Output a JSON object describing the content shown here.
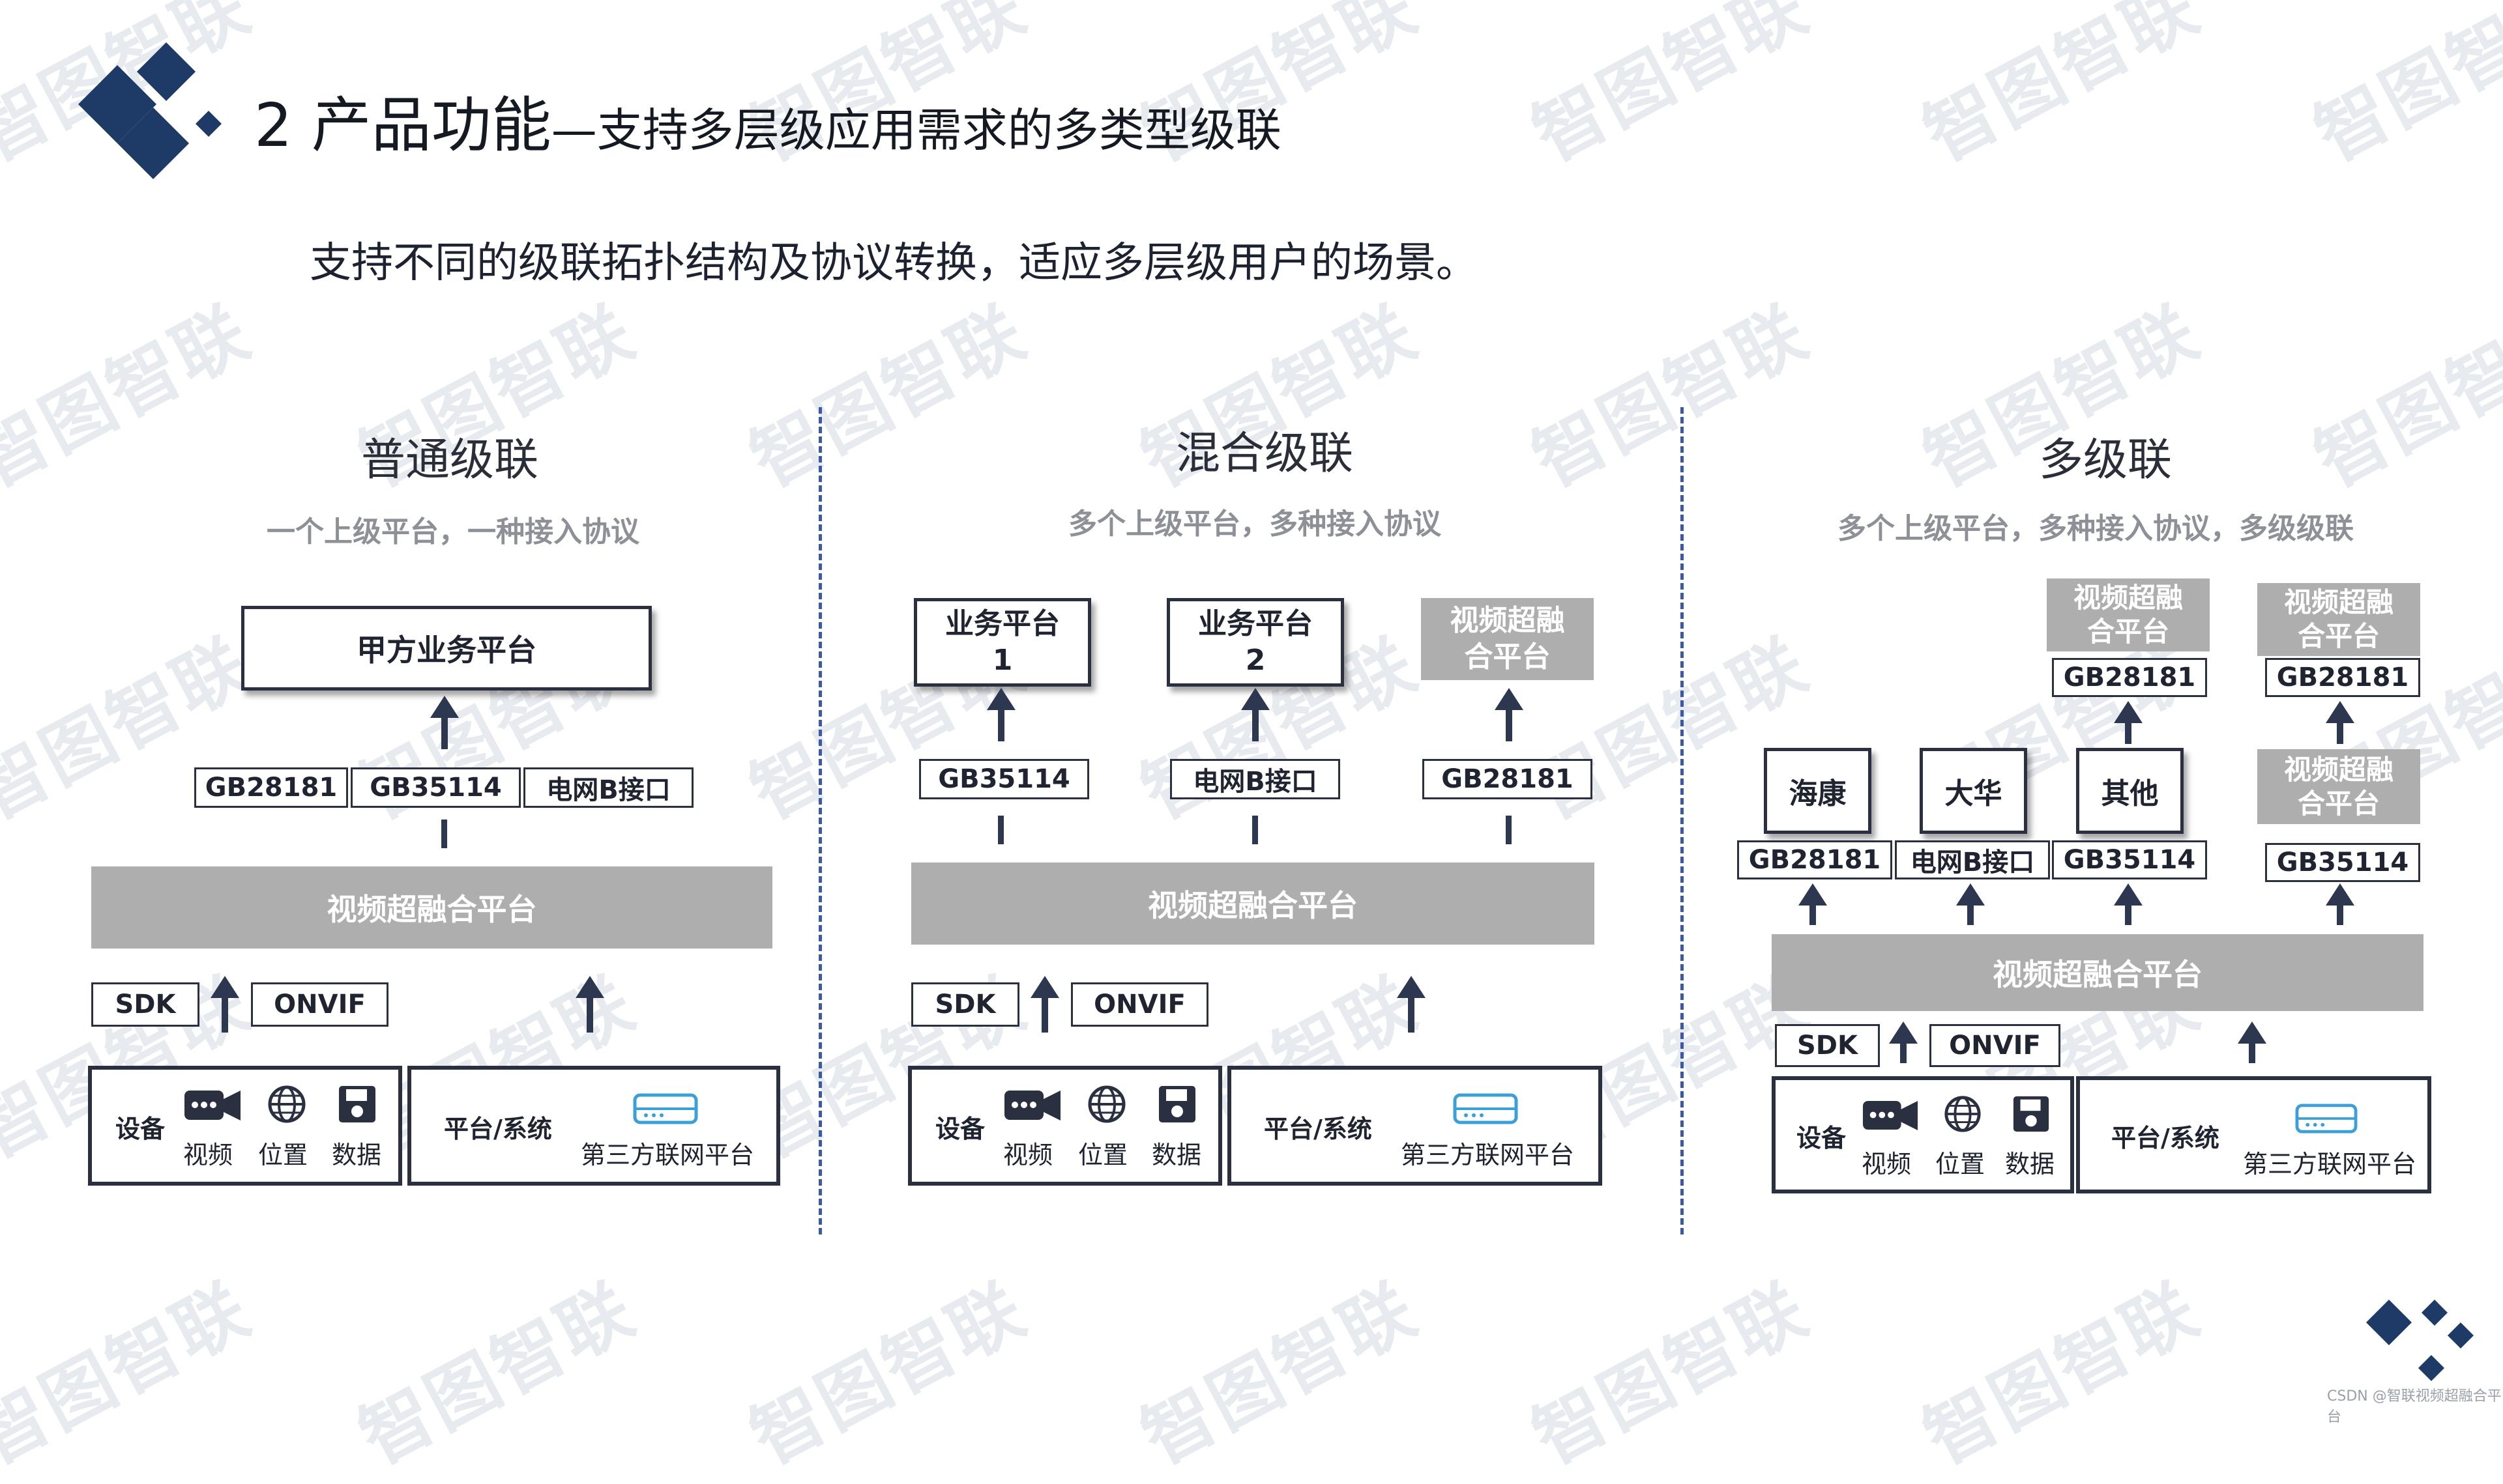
{
  "header": {
    "title_main": "2 产品功能",
    "title_sub": "—支持多层级应用需求的多类型级联",
    "subtitle": "支持不同的级联拓扑结构及协议转换，适应多层级用户的场景。"
  },
  "watermark": "智图智联",
  "footer_note": "CSDN @智联视频超融合平台",
  "colors": {
    "dark_navy": "#2a3040",
    "gray_platform": "#aeaeae",
    "dash_blue": "#3a5aa8",
    "logo_navy": "#1e3a66"
  },
  "source_panel": {
    "device_label": "设备",
    "video_label": "视频",
    "location_label": "位置",
    "data_label": "数据",
    "platform_label": "平台/系统",
    "third_party_label": "第三方联网平台",
    "sdk": "SDK",
    "onvif": "ONVIF",
    "icons": [
      "camera-icon",
      "globe-icon",
      "floppy-disk-icon",
      "router-icon"
    ]
  },
  "columns": {
    "normal": {
      "title": "普通级联",
      "desc": "一个上级平台，一种接入协议",
      "top_platform": "甲方业务平台",
      "protocols": [
        "GB28181",
        "GB35114",
        "电网B接口"
      ],
      "center_platform": "视频超融合平台"
    },
    "mixed": {
      "title": "混合级联",
      "desc": "多个上级平台，多种接入协议",
      "platform1_line1": "业务平台",
      "platform1_line2": "1",
      "platform2_line1": "业务平台",
      "platform2_line2": "2",
      "fusion_line1": "视频超融",
      "fusion_line2": "合平台",
      "protocols": [
        "GB35114",
        "电网B接口",
        "GB28181"
      ],
      "center_platform": "视频超融合平台"
    },
    "multi": {
      "title": "多级联",
      "desc": "多个上级平台，多种接入协议，多级级联",
      "vendors": [
        "海康",
        "大华",
        "其他"
      ],
      "fusion_line1": "视频超融",
      "fusion_line2": "合平台",
      "top_protocols": [
        "GB28181",
        "GB28181"
      ],
      "bottom_protocols": [
        "GB28181",
        "电网B接口",
        "GB35114",
        "GB35114"
      ],
      "center_platform": "视频超融合平台"
    }
  }
}
